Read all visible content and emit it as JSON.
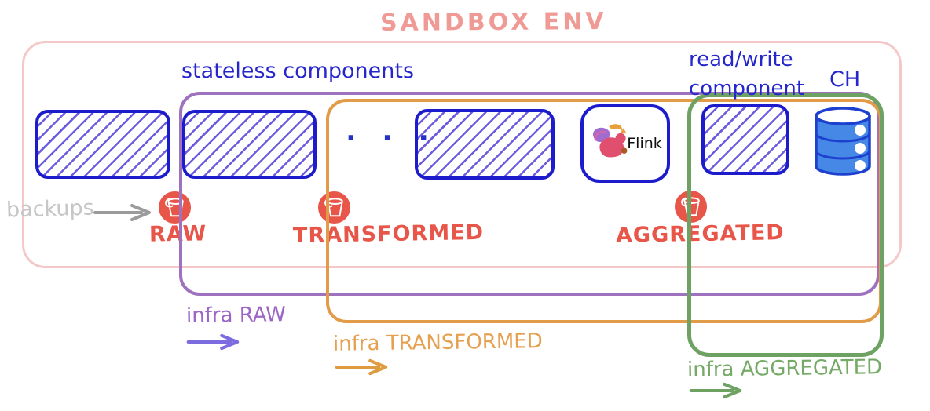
{
  "title": "SANDBOX ENV",
  "labels": {
    "stateless_components": "stateless components",
    "read_write_line1": "read/write",
    "read_write_line2": "component",
    "ch": "CH",
    "backups": "backups",
    "flink": "Flink",
    "ellipsis": "· · ·"
  },
  "buckets": [
    {
      "label": "RAW"
    },
    {
      "label": "TRANSFORMED"
    },
    {
      "label": "AGGREGATED"
    }
  ],
  "infra_labels": [
    {
      "label": "infra RAW"
    },
    {
      "label": "infra TRANSFORMED"
    },
    {
      "label": "infra AGGREGATED"
    }
  ],
  "icons": {
    "bucket": "bucket-icon (white pail in red circle)",
    "flink": "flink-squirrel-icon",
    "database": "clickhouse-database-icon (blue cylinder)",
    "arrow": "arrow-right-icon"
  },
  "colors": {
    "sandbox_pink": "#f5c8c8",
    "title_pink": "#f09a96",
    "component_blue": "#1c1ccd",
    "hatch_blue": "#6c5ce0",
    "text_blue": "#2626cd",
    "infra_raw_purple": "#9e72be",
    "infra_transformed_orange": "#e29c49",
    "infra_aggregated_green": "#6da263",
    "bucket_red": "#e85549",
    "backups_gray": "#c6c6c6",
    "db_blue": "#4688e6"
  }
}
